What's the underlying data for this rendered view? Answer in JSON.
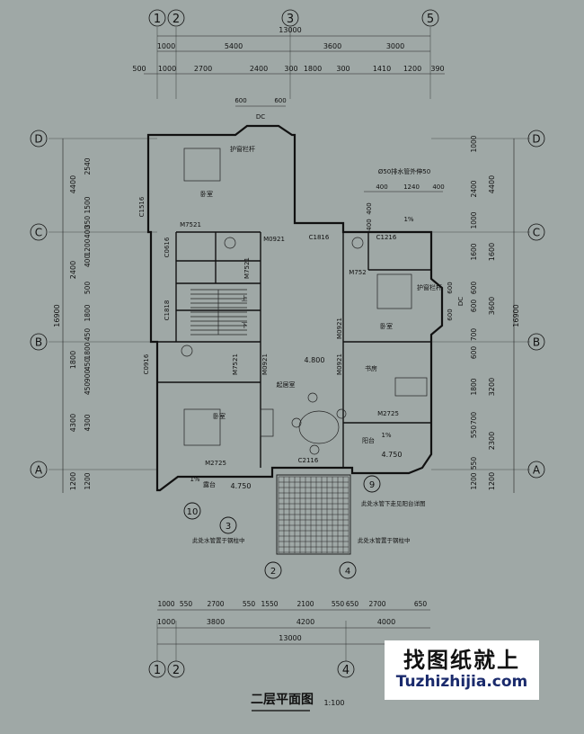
{
  "drawing": {
    "title": "二层平面图",
    "scale": "1:100"
  },
  "grid": {
    "columns": [
      "1",
      "2",
      "3",
      "5",
      "4"
    ],
    "rows": [
      "D",
      "C",
      "B",
      "A"
    ]
  },
  "dims": {
    "top_total": "13000",
    "top_row1": [
      "1000",
      "5400",
      "3600",
      "3000"
    ],
    "top_row2": [
      "500",
      "2700",
      "2400",
      "300",
      "1800",
      "300",
      "1410",
      "1200",
      "390"
    ],
    "top_row2_extra": [
      "1000"
    ],
    "dc_top": [
      "600",
      "600"
    ],
    "dc_label": "DC",
    "bottom_row1": [
      "1000",
      "550",
      "2700",
      "550",
      "1550",
      "2100",
      "550",
      "650",
      "2700",
      "650"
    ],
    "bottom_row2": [
      "1000",
      "3800",
      "4200",
      "4000"
    ],
    "bottom_total": "13000",
    "left_outer": [
      "4400",
      "2400",
      "1800",
      "4300",
      "1200"
    ],
    "left_inner": [
      "2540",
      "1500",
      "350",
      "400",
      "1200",
      "400",
      "500",
      "1800",
      "450",
      "1800",
      "450",
      "900",
      "450",
      "4300",
      "1200"
    ],
    "left_total": "16900",
    "right_outer": [
      "4400",
      "1600",
      "3600",
      "3200",
      "2300",
      "1200"
    ],
    "right_inner": [
      "1000",
      "2400",
      "1000",
      "1600",
      "600",
      "600",
      "700",
      "600",
      "1800",
      "700",
      "550",
      "550",
      "1200"
    ],
    "right_total": "16900",
    "bay_right": [
      "600",
      "600"
    ],
    "pipe_note": "Ø50排水管外伸50",
    "pipe_dims": [
      "400",
      "1240",
      "400"
    ],
    "pipe_dims2": [
      "400",
      "400"
    ]
  },
  "labels": {
    "windows": [
      "C1516",
      "C0616",
      "C1818",
      "C0916",
      "C1816",
      "C1216",
      "C2116"
    ],
    "doors": [
      "M7521",
      "M0921",
      "M7521",
      "M752",
      "M0921",
      "M7521",
      "M0921",
      "M0921",
      "M2725",
      "M2725"
    ],
    "rooms": [
      "卧室",
      "卧室",
      "卧室",
      "书房",
      "起居室",
      "阳台",
      "露台"
    ],
    "level_main": "4.800",
    "level_terrace": "4.750",
    "level_balcony": "4.750",
    "slope": "1%",
    "railing": "护窗栏杆",
    "stair_up": "上",
    "stair_down": "下",
    "detail_refs": [
      "9",
      "10",
      "3",
      "2",
      "4"
    ],
    "notes": [
      "此处水管下走见阳台详图",
      "此处水管置于钢柱中",
      "此处水管置于钢柱中"
    ]
  },
  "watermark": {
    "cn": "找图纸就上",
    "en": "Tuzhizhijia.com"
  }
}
